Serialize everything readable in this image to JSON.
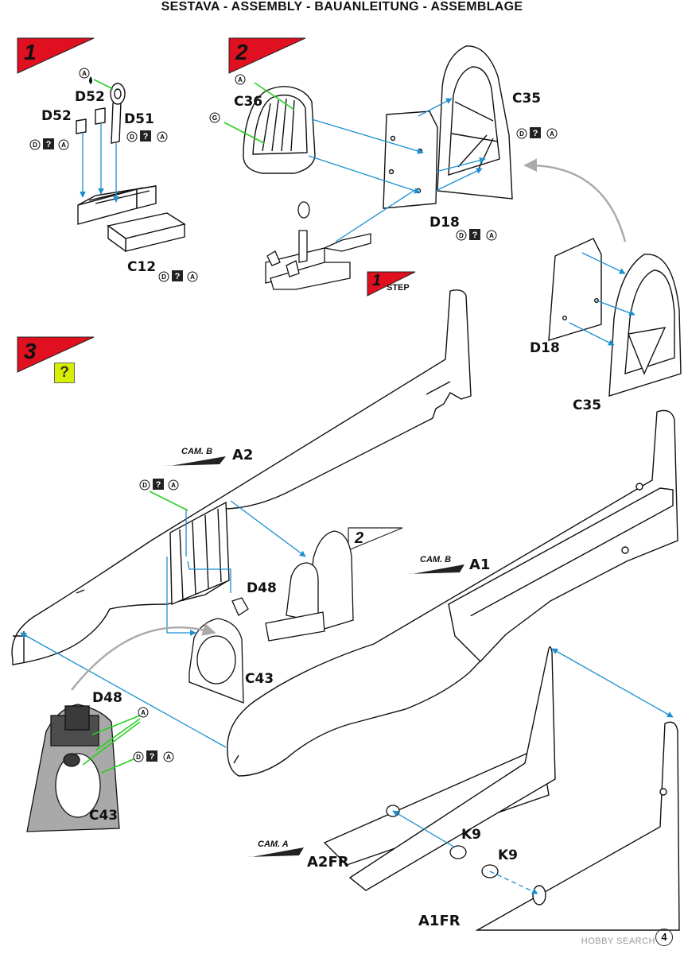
{
  "title": "SESTAVA -  ASSEMBLY - BAUANLEITUNG - ASSEMBLAGE",
  "steps": {
    "s1": {
      "number": "1"
    },
    "s2": {
      "number": "2"
    },
    "s3": {
      "number": "3",
      "hint": "?"
    }
  },
  "parts": {
    "d52_a": "D52",
    "d52_b": "D52",
    "d51": "D51",
    "c12": "C12",
    "c36": "C36",
    "c35_top": "C35",
    "d18_top": "D18",
    "d18_right": "D18",
    "c35_right": "C35",
    "a2": "A2",
    "a1": "A1",
    "d48_mid": "D48",
    "c43_mid": "C43",
    "d48_low": "D48",
    "c43_low": "C43",
    "k9_a": "K9",
    "k9_b": "K9",
    "a2fr": "A2FR",
    "a1fr": "A1FR"
  },
  "cam": {
    "b1": "CAM. B",
    "b2": "CAM. B",
    "a": "CAM. A"
  },
  "refs": {
    "step_ref_1": "1",
    "step_ref_1_label": "STEP",
    "step_ref_2": "2"
  },
  "paint_codes": {
    "a": "A",
    "d": "D",
    "g": "G",
    "unknown": "?"
  },
  "watermark": "HOBBY SEARCH",
  "page_number": "4",
  "colors": {
    "red": "#e01020",
    "blue": "#1b8fd0",
    "green": "#27d020",
    "gray": "#a9a9a9",
    "hint": "#d8f000"
  }
}
